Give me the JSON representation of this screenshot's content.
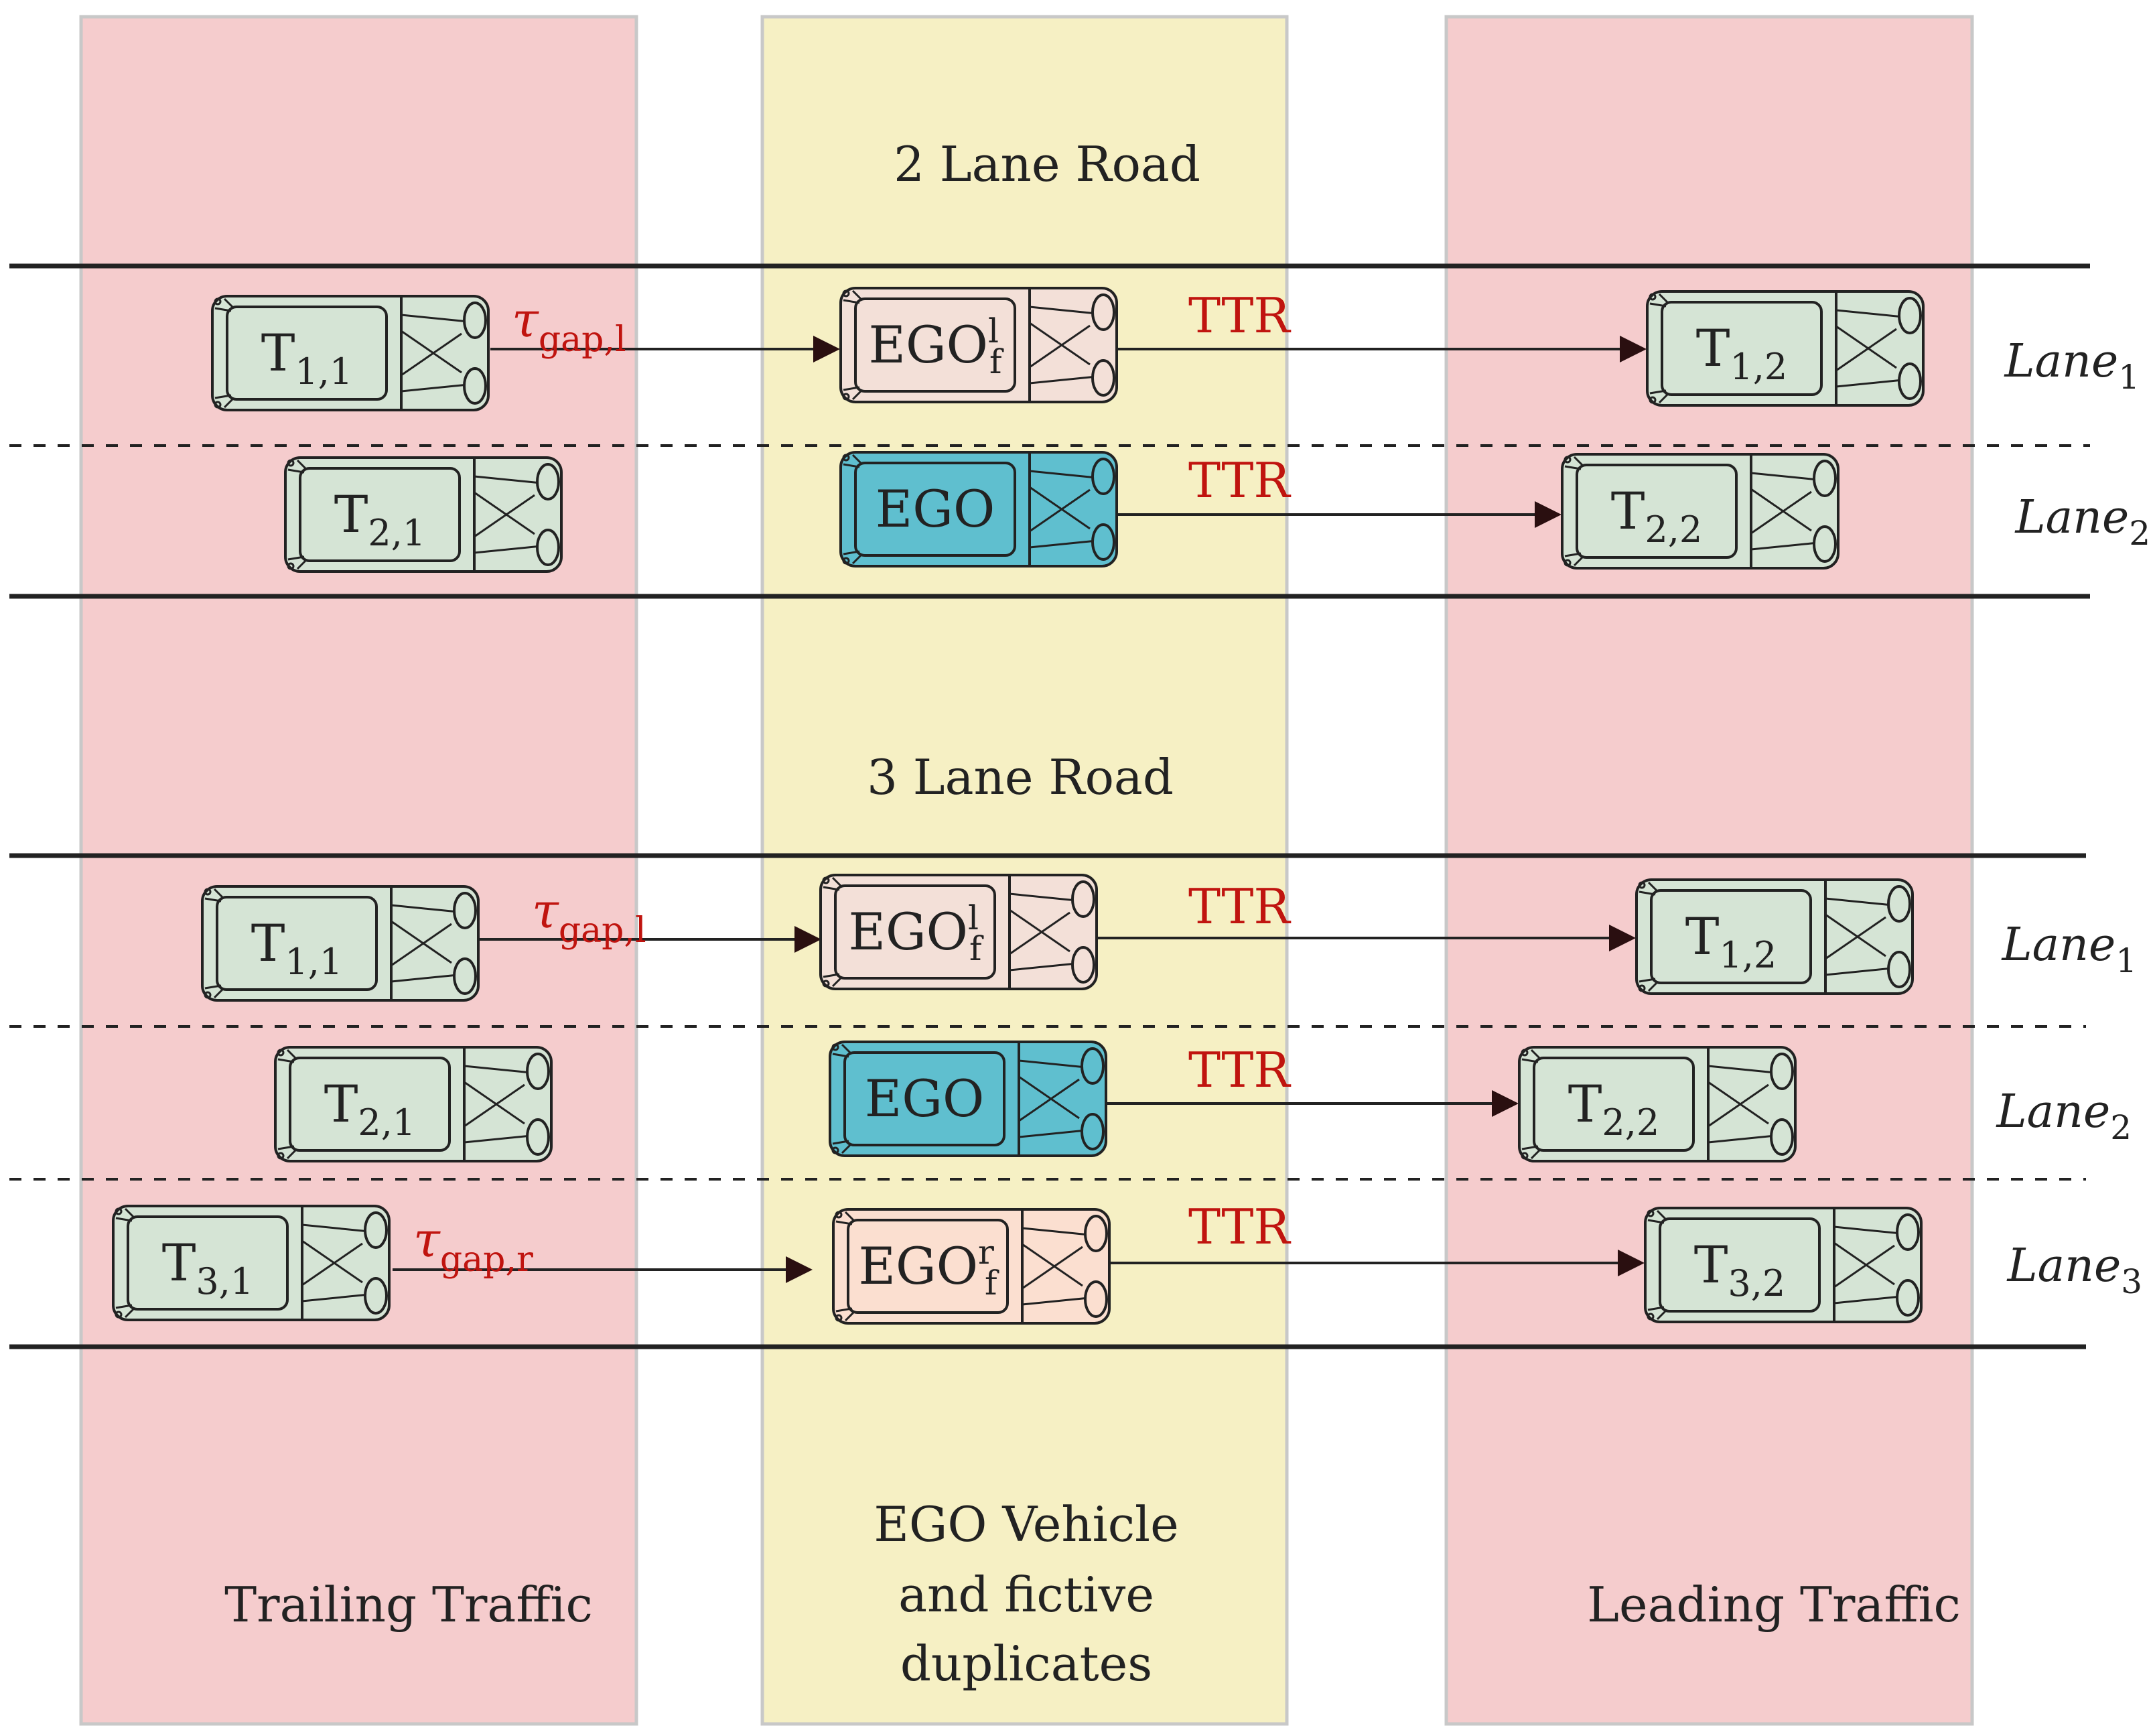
{
  "colors": {
    "side_zone": "#f5cccd",
    "ego_zone": "#f6f0c4",
    "zone_border": "#c8c8c8",
    "road_line": "#222222",
    "traffic_car": "#d5e4d5",
    "ego_car": "#5fbfcf",
    "fictive_left": "#f3e0d8",
    "fictive_right": "#fbdfd0",
    "car_stroke": "#222222",
    "annotation_red": "#c0140f",
    "text": "#222222"
  },
  "zones": {
    "trailing": "Trailing Traffic",
    "ego_line1": "EGO Vehicle",
    "ego_line2": "and fictive",
    "ego_line3": "duplicates",
    "leading": "Leading Traffic"
  },
  "roads": [
    {
      "title": "2 Lane Road",
      "lanes": [
        {
          "base": "Lane",
          "sub": "1"
        },
        {
          "base": "Lane",
          "sub": "2"
        }
      ],
      "vehicles": [
        {
          "id": "t11_2l",
          "role": "traffic",
          "base": "T",
          "sub": "1,1",
          "sup": ""
        },
        {
          "id": "egof_l_2l",
          "role": "fictive-left",
          "base": "EGO",
          "sub": "f",
          "sup": "l"
        },
        {
          "id": "t12_2l",
          "role": "traffic",
          "base": "T",
          "sub": "1,2",
          "sup": ""
        },
        {
          "id": "t21_2l",
          "role": "traffic",
          "base": "T",
          "sub": "2,1",
          "sup": ""
        },
        {
          "id": "ego_2l",
          "role": "ego",
          "base": "EGO",
          "sub": "",
          "sup": ""
        },
        {
          "id": "t22_2l",
          "role": "traffic",
          "base": "T",
          "sub": "2,2",
          "sup": ""
        }
      ],
      "arrows": [
        {
          "from": "t11_2l",
          "to": "egof_l_2l",
          "symbol": "τ",
          "sub": "gap,l",
          "text": ""
        },
        {
          "from": "egof_l_2l",
          "to": "t12_2l",
          "symbol": "",
          "sub": "",
          "text": "TTR"
        },
        {
          "from": "ego_2l",
          "to": "t22_2l",
          "symbol": "",
          "sub": "",
          "text": "TTR"
        }
      ]
    },
    {
      "title": "3 Lane Road",
      "lanes": [
        {
          "base": "Lane",
          "sub": "1"
        },
        {
          "base": "Lane",
          "sub": "2"
        },
        {
          "base": "Lane",
          "sub": "3"
        }
      ],
      "vehicles": [
        {
          "id": "t11_3l",
          "role": "traffic",
          "base": "T",
          "sub": "1,1",
          "sup": ""
        },
        {
          "id": "egof_l_3l",
          "role": "fictive-left",
          "base": "EGO",
          "sub": "f",
          "sup": "l"
        },
        {
          "id": "t12_3l",
          "role": "traffic",
          "base": "T",
          "sub": "1,2",
          "sup": ""
        },
        {
          "id": "t21_3l",
          "role": "traffic",
          "base": "T",
          "sub": "2,1",
          "sup": ""
        },
        {
          "id": "ego_3l",
          "role": "ego",
          "base": "EGO",
          "sub": "",
          "sup": ""
        },
        {
          "id": "t22_3l",
          "role": "traffic",
          "base": "T",
          "sub": "2,2",
          "sup": ""
        },
        {
          "id": "t31_3l",
          "role": "traffic",
          "base": "T",
          "sub": "3,1",
          "sup": ""
        },
        {
          "id": "egof_r_3l",
          "role": "fictive-right",
          "base": "EGO",
          "sub": "f",
          "sup": "r"
        },
        {
          "id": "t32_3l",
          "role": "traffic",
          "base": "T",
          "sub": "3,2",
          "sup": ""
        }
      ],
      "arrows": [
        {
          "from": "t11_3l",
          "to": "egof_l_3l",
          "symbol": "τ",
          "sub": "gap,l",
          "text": ""
        },
        {
          "from": "egof_l_3l",
          "to": "t12_3l",
          "symbol": "",
          "sub": "",
          "text": "TTR"
        },
        {
          "from": "ego_3l",
          "to": "t22_3l",
          "symbol": "",
          "sub": "",
          "text": "TTR"
        },
        {
          "from": "t31_3l",
          "to": "egof_r_3l",
          "symbol": "τ",
          "sub": "gap,r",
          "text": ""
        },
        {
          "from": "egof_r_3l",
          "to": "t32_3l",
          "symbol": "",
          "sub": "",
          "text": "TTR"
        }
      ]
    }
  ]
}
